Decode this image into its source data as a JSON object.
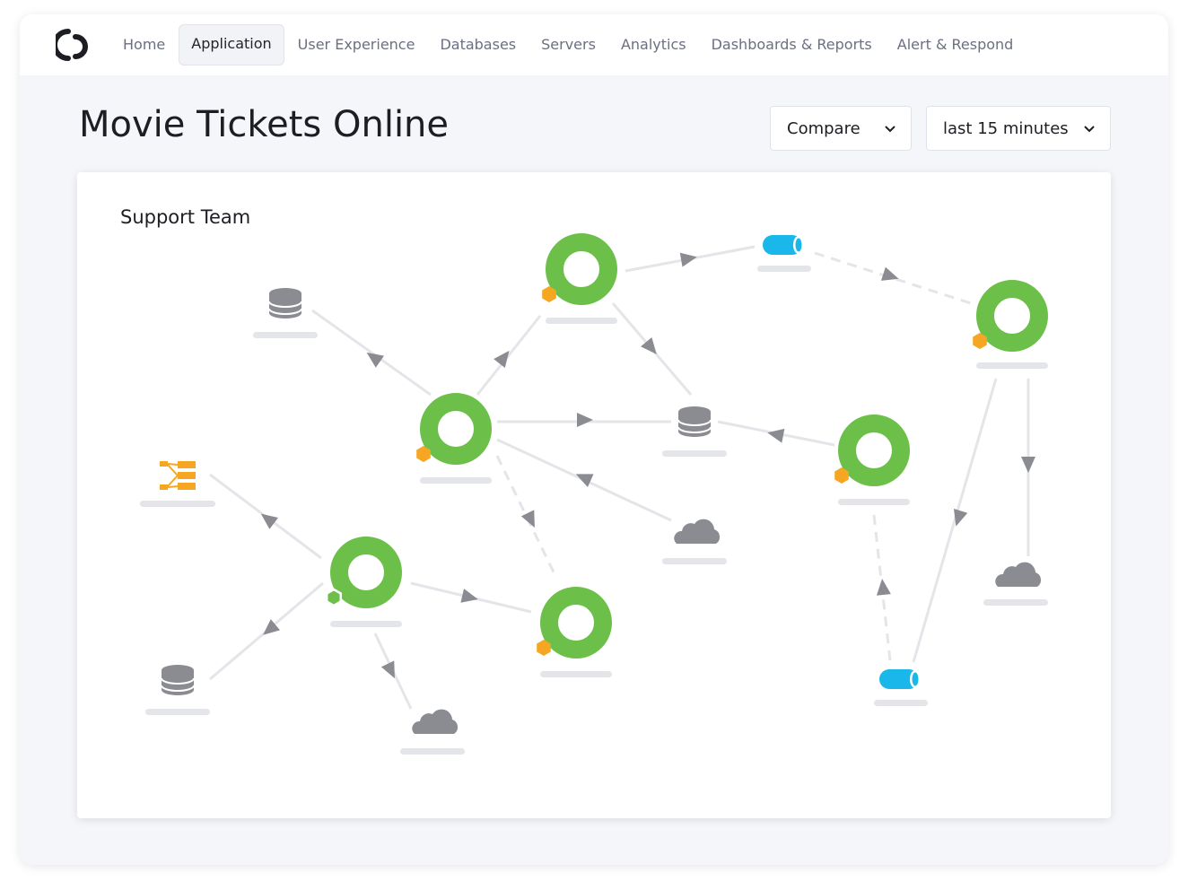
{
  "nav": {
    "items": [
      {
        "label": "Home",
        "active": false
      },
      {
        "label": "Application",
        "active": true
      },
      {
        "label": "User Experience",
        "active": false
      },
      {
        "label": "Databases",
        "active": false
      },
      {
        "label": "Servers",
        "active": false
      },
      {
        "label": "Analytics",
        "active": false
      },
      {
        "label": "Dashboards & Reports",
        "active": false
      },
      {
        "label": "Alert & Respond",
        "active": false
      }
    ]
  },
  "header": {
    "title": "Movie Tickets Online",
    "compare_label": "Compare",
    "timeframe_label": "last 15 minutes"
  },
  "card": {
    "title": "Support Team"
  },
  "colors": {
    "healthy": "#6cc04a",
    "warning": "#f5a623",
    "queue": "#1ab8ea",
    "node_gray": "#8a8c92",
    "edge": "#e4e5e9",
    "arrow": "#8a8c92"
  },
  "topology": {
    "nodes": [
      {
        "id": "svc-top",
        "type": "service"
      },
      {
        "id": "svc-center",
        "type": "service"
      },
      {
        "id": "svc-left",
        "type": "service"
      },
      {
        "id": "svc-bottom",
        "type": "service"
      },
      {
        "id": "svc-right",
        "type": "service"
      },
      {
        "id": "svc-far-right",
        "type": "service"
      },
      {
        "id": "db-top-left",
        "type": "database"
      },
      {
        "id": "db-center",
        "type": "database"
      },
      {
        "id": "db-bottom-left",
        "type": "database"
      },
      {
        "id": "queue-top",
        "type": "queue"
      },
      {
        "id": "queue-bottom",
        "type": "queue"
      },
      {
        "id": "cloud-center",
        "type": "cloud"
      },
      {
        "id": "cloud-bottom",
        "type": "cloud"
      },
      {
        "id": "cloud-right",
        "type": "cloud"
      },
      {
        "id": "workflow-left",
        "type": "workflow"
      }
    ]
  }
}
